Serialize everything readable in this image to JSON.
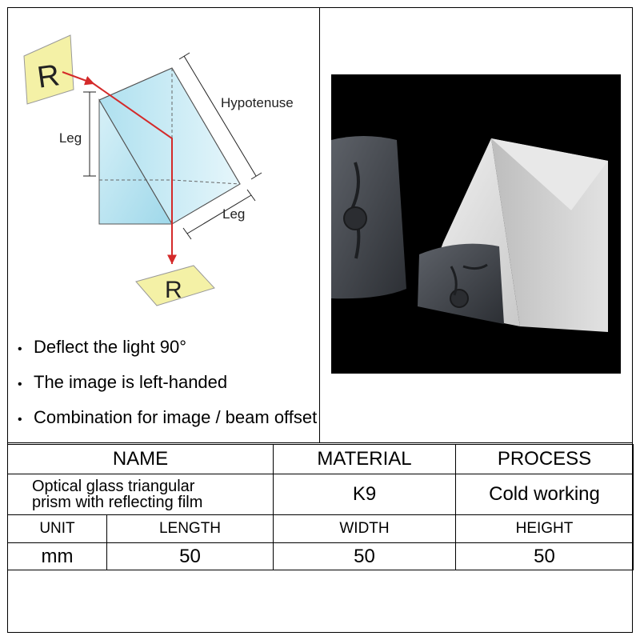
{
  "diagram": {
    "label_r_top": "R",
    "label_r_bottom": "R",
    "label_leg_left": "Leg",
    "label_hypotenuse": "Hypotenuse",
    "label_leg_bottom": "Leg"
  },
  "features": [
    "Deflect the light 90°",
    "The image is left-handed",
    "Combination for image / beam offset"
  ],
  "table": {
    "headers": {
      "name": "NAME",
      "material": "MATERIAL",
      "process": "PROCESS"
    },
    "name_value_line1": "Optical glass triangular",
    "name_value_line2": "prism with reflecting film",
    "material_value": "K9",
    "process_value": "Cold working",
    "dim_headers": {
      "unit": "UNIT",
      "length": "LENGTH",
      "width": "WIDTH",
      "height": "HEIGHT"
    },
    "dim_values": {
      "unit": "mm",
      "length": "50",
      "width": "50",
      "height": "50"
    }
  },
  "colors": {
    "beam": "#d42a2a",
    "prism": "#bfe6f2",
    "label_bg": "#f4f1a6"
  }
}
